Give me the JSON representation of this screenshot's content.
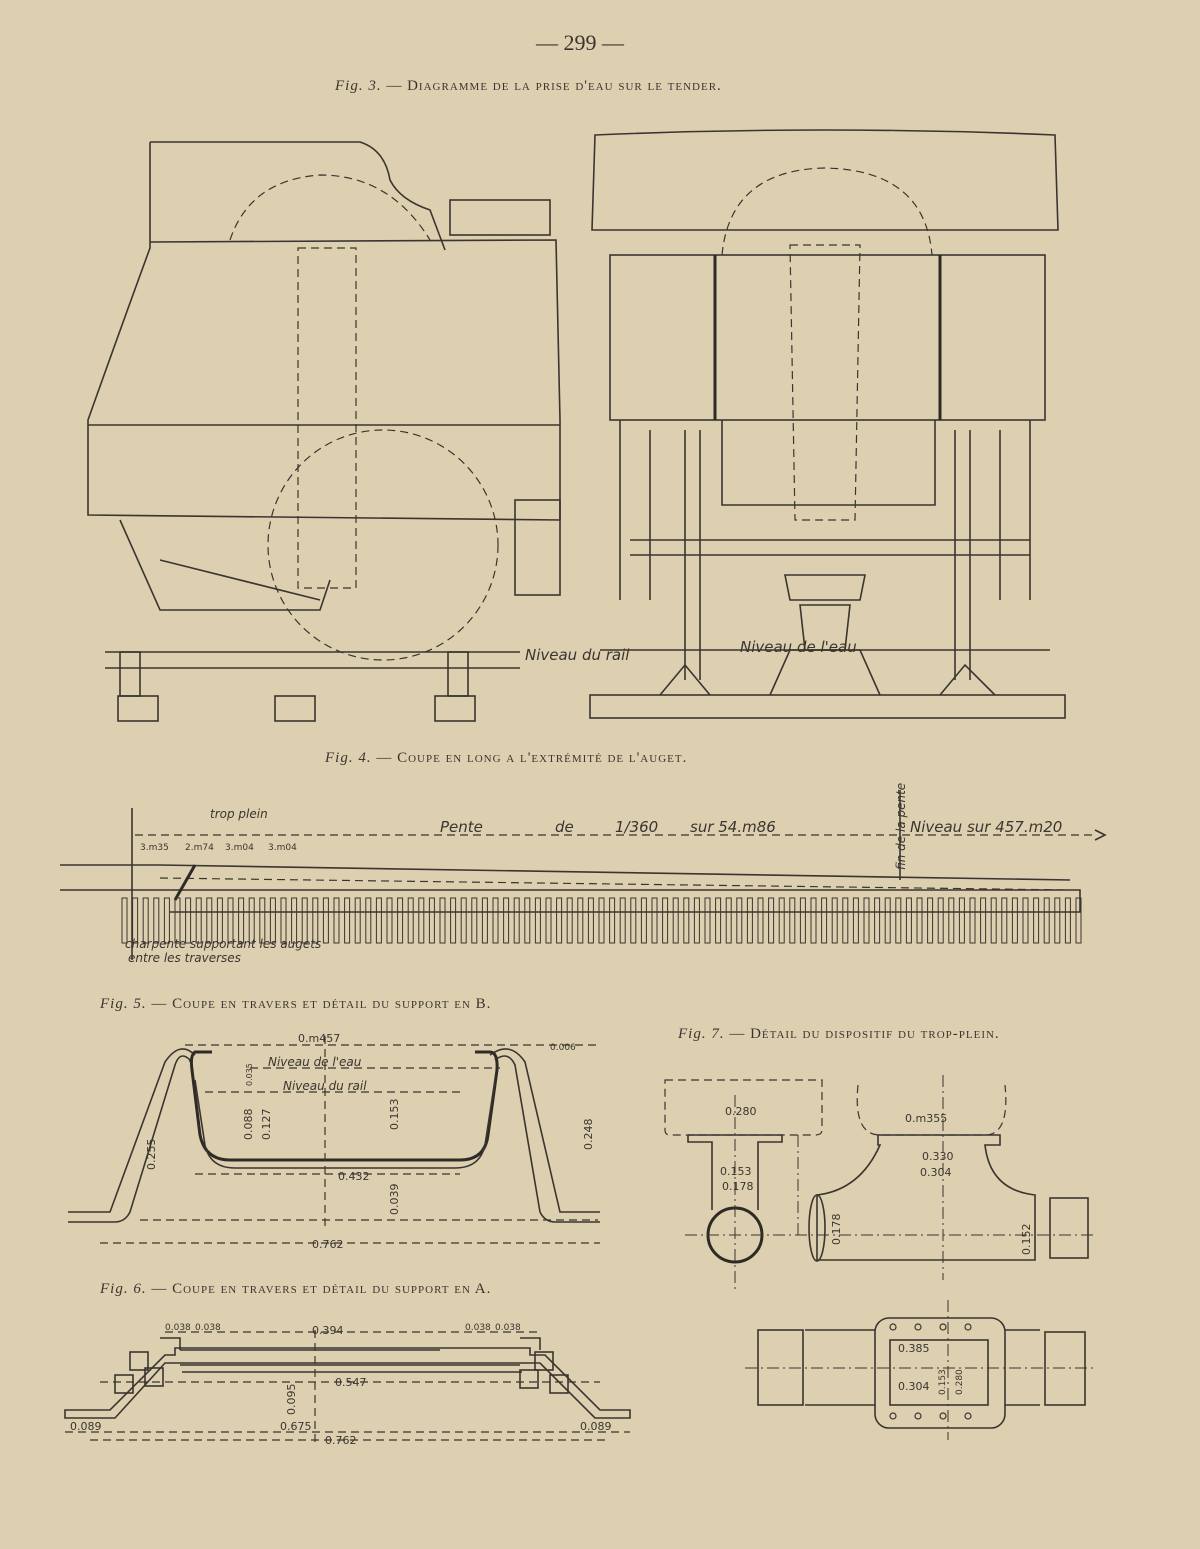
{
  "page_number": "— 299 —",
  "figures": {
    "fig3": {
      "label": "Fig. 3.",
      "title": "— Diagramme de la prise d'eau sur le tender.",
      "labels": {
        "rail": "Niveau du rail",
        "water": "Niveau de l'eau"
      }
    },
    "fig4": {
      "label": "Fig. 4.",
      "title": "— Coupe en long a l'extrémité de l'auget.",
      "labels": {
        "trop_plein": "trop plein",
        "pente": "Pente",
        "de": "de",
        "ratio": "1/360",
        "sur": "sur 54.m86",
        "fin": "fin de la pente",
        "niveau": "Niveau sur 457.m20",
        "d1": "3.m35",
        "d2": "2.m74",
        "d3": "3.m04",
        "d4": "3.m04",
        "charpente1": "charpente supportant les augets",
        "charpente2": "entre les traverses"
      }
    },
    "fig5": {
      "label": "Fig. 5.",
      "title": "— Coupe en travers et détail du support en B.",
      "labels": {
        "w457": "0.m457",
        "d006": "0.006",
        "eau": "Niveau de l'eau",
        "rail": "Niveau du rail",
        "d035": "0.035",
        "d088": "0.088",
        "d127": "0.127",
        "d153": "0.153",
        "d255": "0.255",
        "d248": "0.248",
        "d432": "0.432",
        "d039": "0.039",
        "d762": "0.762"
      }
    },
    "fig6": {
      "label": "Fig. 6.",
      "title": "— Coupe en travers et détail du support en A.",
      "labels": {
        "a038": "0.038",
        "b038": "0.038",
        "d394": "0.394",
        "c038": "0.038",
        "e038": "0.038",
        "d095": "0.095",
        "d547": "0.547",
        "d089l": "0.089",
        "d675": "0.675",
        "d762": "0.762",
        "d089r": "0.089"
      }
    },
    "fig7": {
      "label": "Fig. 7.",
      "title": "— Détail du dispositif du trop-plein.",
      "labels": {
        "d280": "0.280",
        "d153": "0.153",
        "d178a": "0.178",
        "d355": "0.m355",
        "d330": "0.330",
        "d304": "0.304",
        "d178b": "0.178",
        "d152": "0.152",
        "d385": "0.385",
        "d304b": "0.304",
        "d153b": "0.153",
        "d280b": "0.280"
      }
    }
  }
}
